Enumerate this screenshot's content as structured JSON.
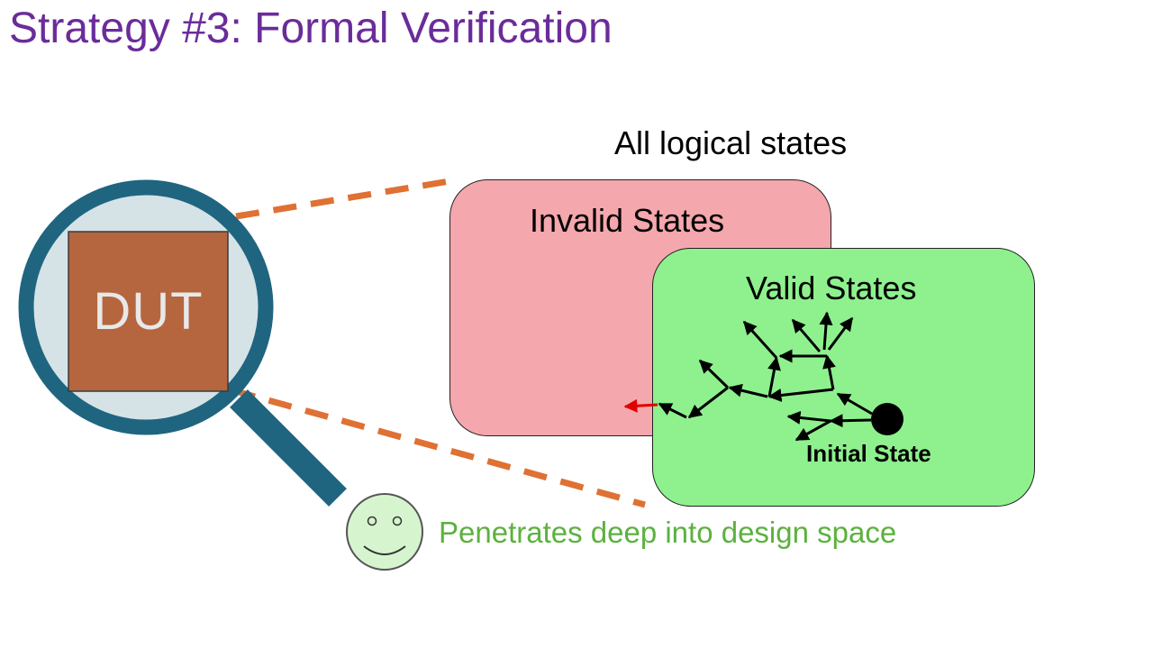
{
  "slide": {
    "title": "Strategy #3: Formal Verification",
    "all_states_label": "All logical states",
    "invalid_label": "Invalid States",
    "valid_label": "Valid States",
    "initial_label": "Initial State",
    "dut_label": "DUT",
    "caption": "Penetrates deep into design space"
  },
  "colors": {
    "title": "#6a2c9a",
    "invalid_fill": "#f4a7ac",
    "valid_fill": "#8ef18e",
    "dut_fill": "#b5663f",
    "lens_ring": "#1f6580",
    "lens_glass": "#d5e3e7",
    "dashed_lines": "#de7133",
    "caption": "#5cb13f",
    "smiley_fill": "#d6f5ce",
    "violation_arrow": "#e00000"
  },
  "icons": {
    "magnifier": "magnifying-glass-icon",
    "smiley": "smiley-face-icon"
  }
}
